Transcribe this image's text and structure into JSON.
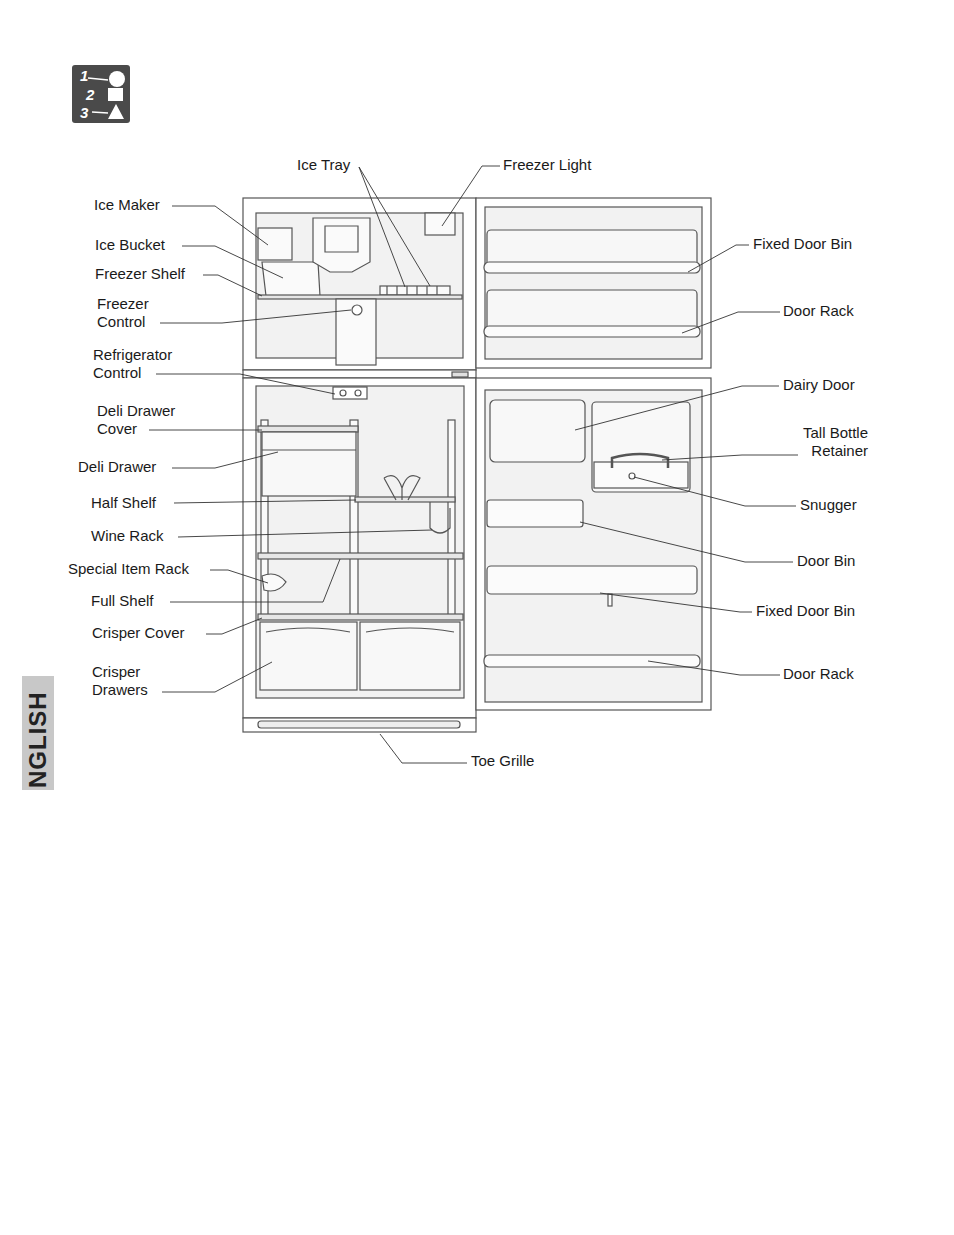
{
  "diagram": {
    "labels": [
      "1",
      "2",
      "3",
      "Ice Tray",
      "Freezer Light",
      "Ice Maker",
      "Ice Bucket",
      "Freezer Shelf",
      "Freezer Control",
      "Refrigerator Control",
      "Deli Drawer Cover",
      "Deli Drawer",
      "Half Shelf",
      "Wine Rack",
      "Special Item Rack",
      "Full Shelf",
      "Crisper Cover",
      "Crisper Drawers",
      "Fixed Door Bin",
      "Door Rack",
      "Dairy Door",
      "Tall Bottle Retainer",
      "Snugger",
      "Door Bin",
      "Fixed Door Bin",
      "Door Rack",
      "Toe Grille",
      "NGLISH"
    ]
  }
}
